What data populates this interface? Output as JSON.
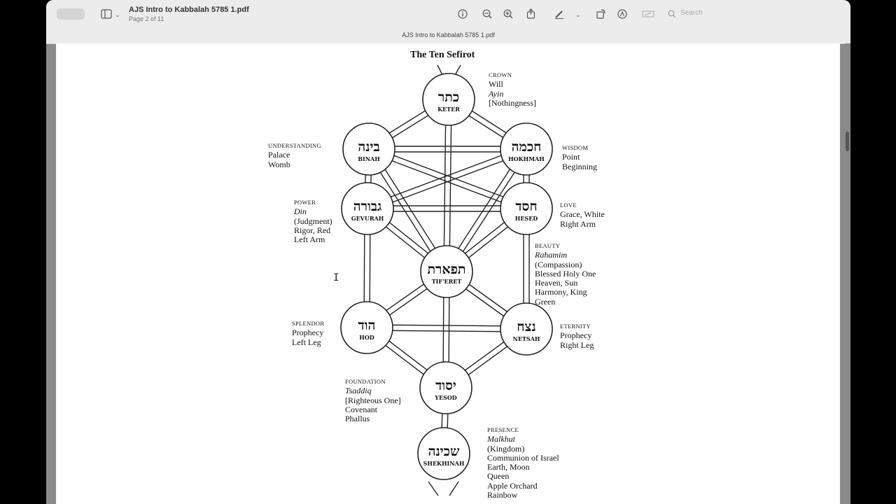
{
  "window": {
    "title": "AJS Intro to Kabbalah 5785 1.pdf",
    "page_info": "Page 2 of 11",
    "subtitle": "AJS Intro to Kabbalah 5785 1.pdf",
    "search_placeholder": "Search"
  },
  "diagram": {
    "title": "The Ten Sefirot",
    "nodes": [
      {
        "hebrew": "כתר",
        "name": "KETER"
      },
      {
        "hebrew": "בינה",
        "name": "BINAH"
      },
      {
        "hebrew": "חכמה",
        "name": "HOKHMAH"
      },
      {
        "hebrew": "גבורה",
        "name": "GEVURAH"
      },
      {
        "hebrew": "חסד",
        "name": "HESED"
      },
      {
        "hebrew": "תפארת",
        "name": "TIF'ERET"
      },
      {
        "hebrew": "הוד",
        "name": "HOD"
      },
      {
        "hebrew": "נצח",
        "name": "NETSAH"
      },
      {
        "hebrew": "יסוד",
        "name": "YESOD"
      },
      {
        "hebrew": "שכינה",
        "name": "SHEKHINAH"
      }
    ],
    "labels": {
      "crown": {
        "heading": "CROWN",
        "lines": [
          "Will",
          "Ayin",
          "[Nothingness]"
        ]
      },
      "understanding": {
        "heading": "UNDERSTANDING",
        "lines": [
          "Palace",
          "Womb"
        ]
      },
      "wisdom": {
        "heading": "WISDOM",
        "lines": [
          "Point",
          "Beginning"
        ]
      },
      "power": {
        "heading": "POWER",
        "lines": [
          "Din",
          "(Judgment)",
          "Rigor, Red",
          "Left Arm"
        ]
      },
      "love": {
        "heading": "LOVE",
        "lines": [
          "Grace, White",
          "Right Arm"
        ]
      },
      "beauty": {
        "heading": "BEAUTY",
        "lines": [
          "Rahamim",
          "(Compassion)",
          "Blessed Holy One",
          "Heaven, Sun",
          "Harmony, King",
          "Green"
        ]
      },
      "splendor": {
        "heading": "SPLENDOR",
        "lines": [
          "Prophecy",
          "Left Leg"
        ]
      },
      "eternity": {
        "heading": "ETERNITY",
        "lines": [
          "Prophecy",
          "Right Leg"
        ]
      },
      "foundation": {
        "heading": "FOUNDATION",
        "lines": [
          "Tsaddiq",
          "[Righteous One]",
          "Covenant",
          "Phallus"
        ]
      },
      "presence": {
        "heading": "PRESENCE",
        "lines": [
          "Malkhut",
          "(Kingdom)",
          "Communion of Israel",
          "Earth, Moon",
          "Queen",
          "Apple Orchard",
          "Rainbow"
        ]
      }
    }
  }
}
